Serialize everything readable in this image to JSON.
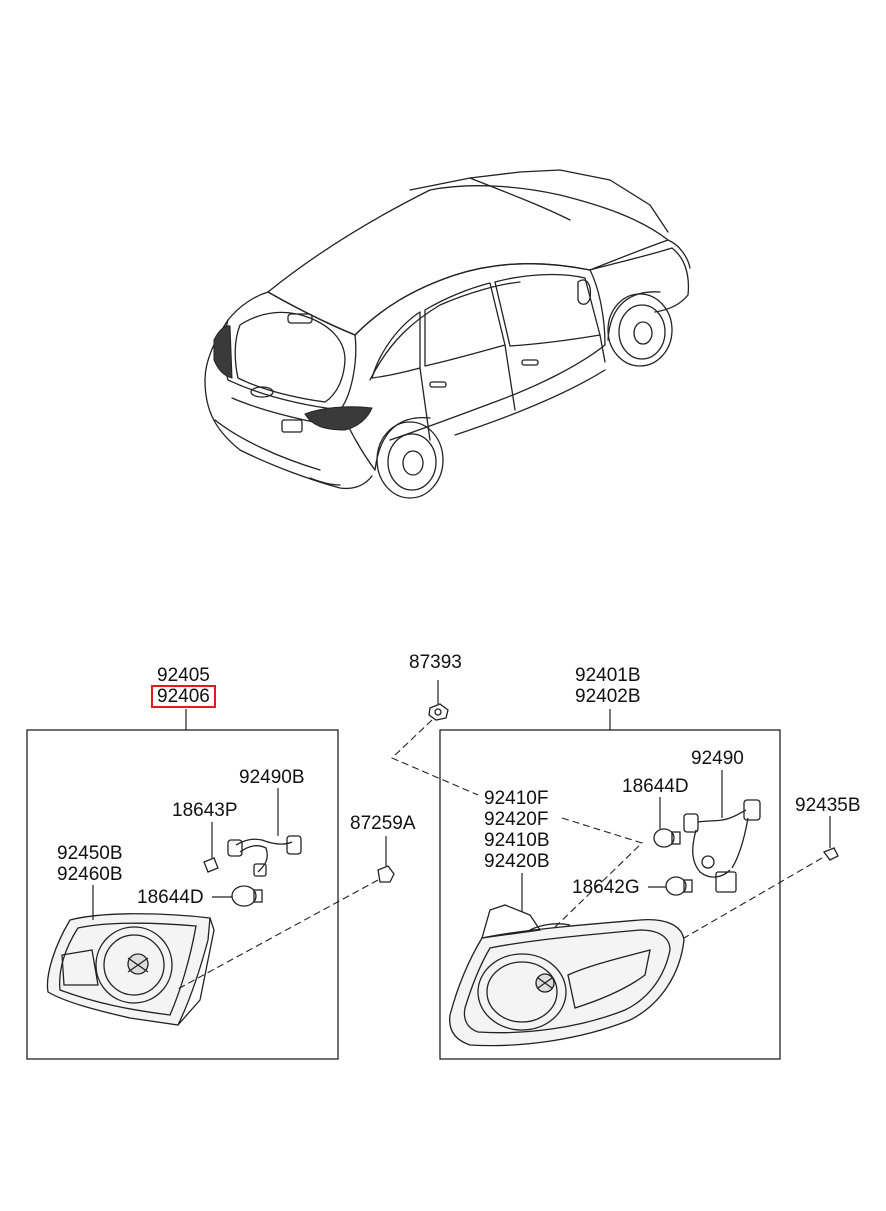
{
  "highlight_color": "#e01b1b",
  "line_color": "#222222",
  "vehicle_illustration": "suv-rear-three-quarter",
  "labels": {
    "inner_lamp_assy_1": "92405",
    "inner_lamp_assy_2": "92406",
    "retainer_top": "87393",
    "outer_lamp_assy_1": "92401B",
    "outer_lamp_assy_2": "92402B",
    "inner_socket_wiring": "92490B",
    "inner_bulb_small": "18643P",
    "inner_bulb_large": "18644D",
    "inner_lens_housing_1": "92450B",
    "inner_lens_housing_2": "92460B",
    "inner_retainer": "87259A",
    "outer_socket_wiring": "92490",
    "outer_bulb_1": "18644D",
    "outer_bulb_2": "18642G",
    "outer_screw": "92435B",
    "outer_lens_1": "92410F",
    "outer_lens_2": "92420F",
    "outer_lens_3": "92410B",
    "outer_lens_4": "92420B"
  }
}
